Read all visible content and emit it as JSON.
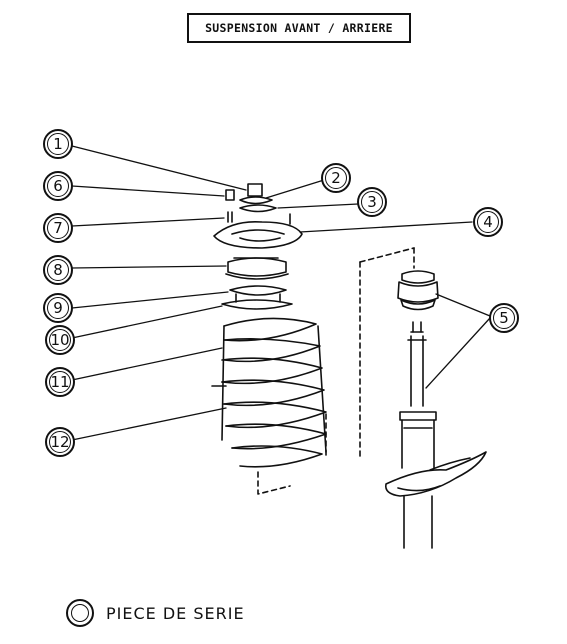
{
  "title": "SUSPENSION AVANT / ARRIERE",
  "callouts": [
    "1",
    "2",
    "3",
    "4",
    "5",
    "6",
    "7",
    "8",
    "9",
    "10",
    "11",
    "12"
  ],
  "legend": {
    "label": "PIECE DE SERIE"
  }
}
